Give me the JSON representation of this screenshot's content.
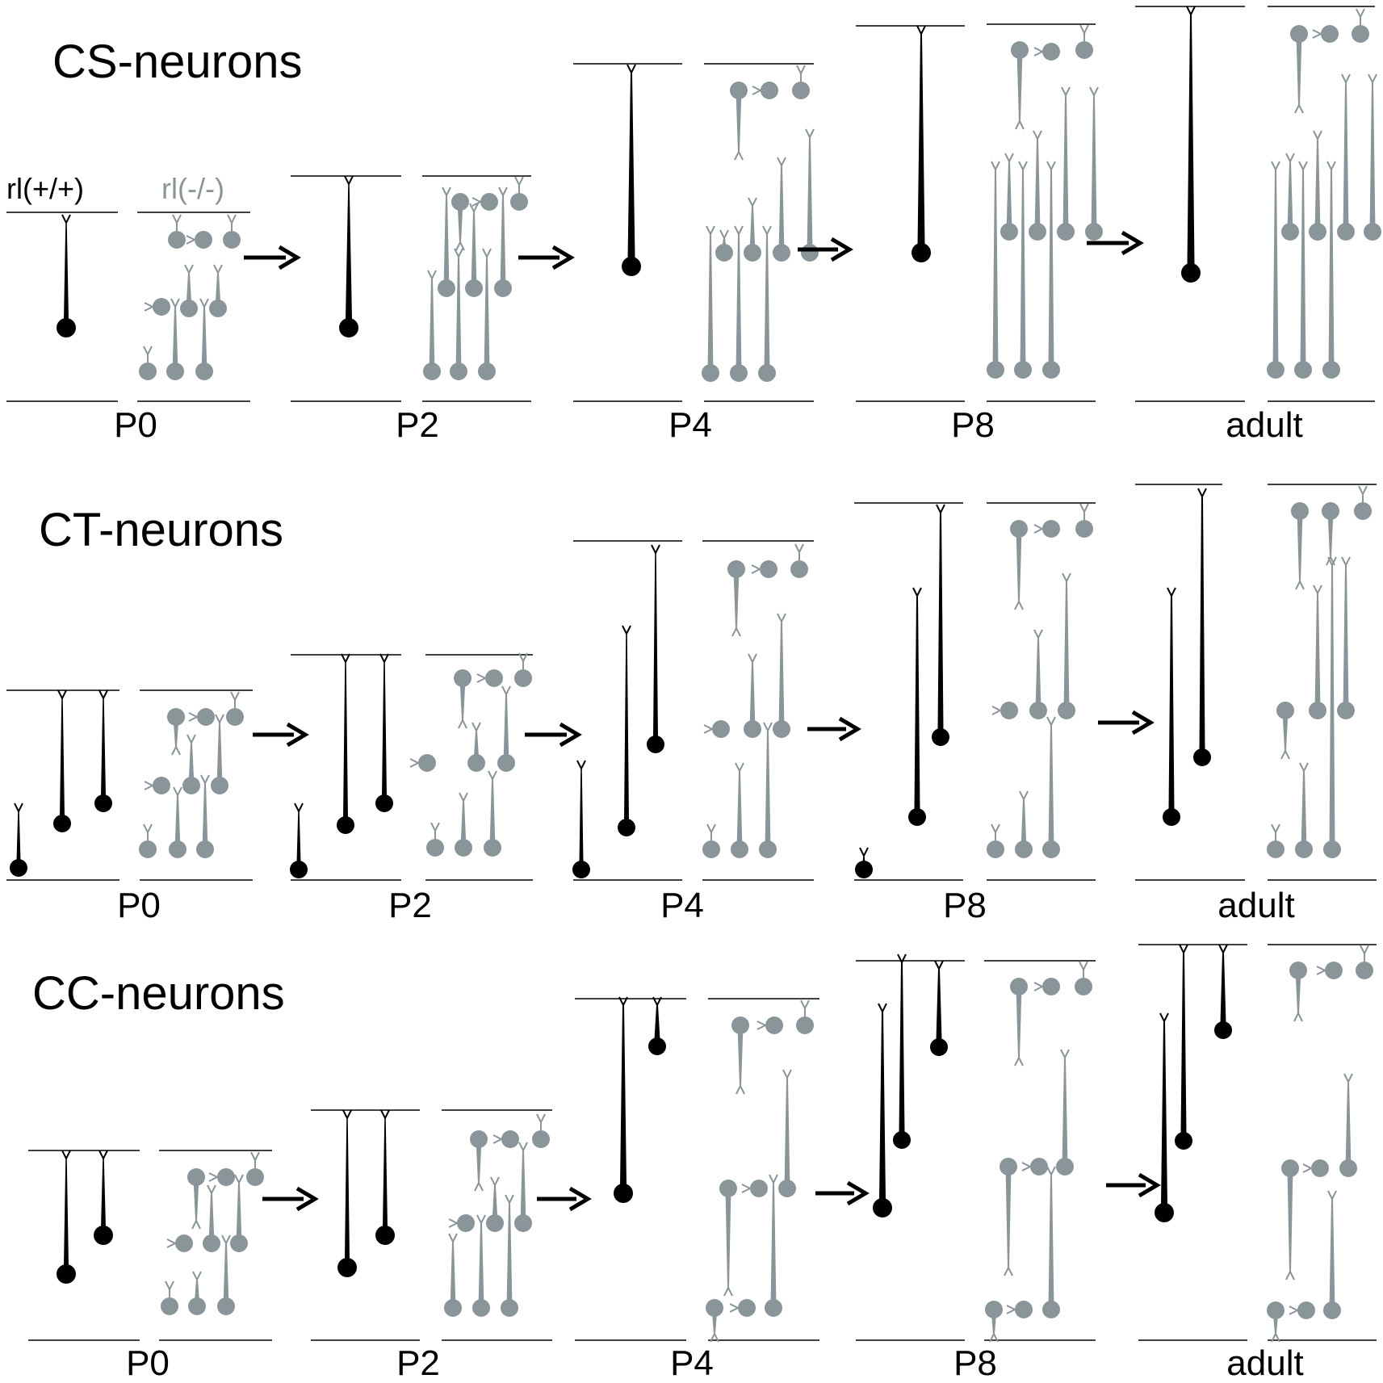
{
  "colors": {
    "wildtype": "#000000",
    "mutant": "#8a959a",
    "line": "#000000"
  },
  "genotype_labels": {
    "wildtype": "rl(+/+)",
    "mutant": "rl(-/-)"
  },
  "stages": [
    "P0",
    "P2",
    "P4",
    "P8",
    "adult"
  ],
  "rows": [
    {
      "title": "CS-neurons"
    },
    {
      "title": "CT-neurons"
    },
    {
      "title": "CC-neurons"
    }
  ]
}
